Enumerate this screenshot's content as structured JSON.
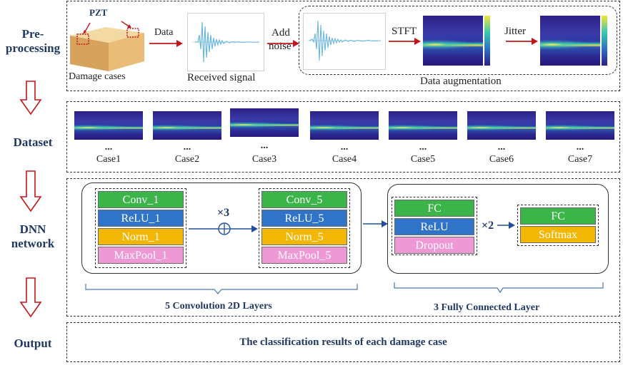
{
  "stages": {
    "preprocessing": "Pre-\nprocessing",
    "dataset": "Dataset",
    "dnn": "DNN\nnetwork",
    "output": "Output"
  },
  "preprocessing": {
    "pzt": "PZT",
    "damage_cases": "Damage cases",
    "data_arrow": "Data",
    "received_signal": "Received signal",
    "add_noise_1": "Add",
    "add_noise_2": "noise",
    "stft": "STFT",
    "jitter": "Jitter",
    "data_augmentation": "Data augmentation"
  },
  "dataset": {
    "cases": [
      "Case1",
      "Case2",
      "Case3",
      "Case4",
      "Case5",
      "Case6",
      "Case7"
    ],
    "ellipsis": "..."
  },
  "dnn": {
    "block1": [
      "Conv_1",
      "ReLU_1",
      "Norm_1",
      "MaxPool_1"
    ],
    "block2": [
      "Conv_5",
      "ReLU_5",
      "Norm_5",
      "MaxPool_5"
    ],
    "repeat_conv": "×3",
    "plus": "⊕",
    "fc_block": [
      "FC",
      "ReLU",
      "Dropout"
    ],
    "repeat_fc": "×2",
    "final_block": [
      "FC",
      "Softmax"
    ],
    "conv_caption": "5 Convolution 2D Layers",
    "fc_caption": "3 Fully Connected Layer"
  },
  "output": {
    "text": "The classification results of each damage case"
  },
  "colors": {
    "arrow_red": "#c0161b",
    "arrow_blue": "#1f4e9c",
    "conv_green": "#3bb44a",
    "relu_blue": "#2f74c8",
    "norm_yellow": "#f2b705",
    "pool_pink": "#ef98d6"
  }
}
